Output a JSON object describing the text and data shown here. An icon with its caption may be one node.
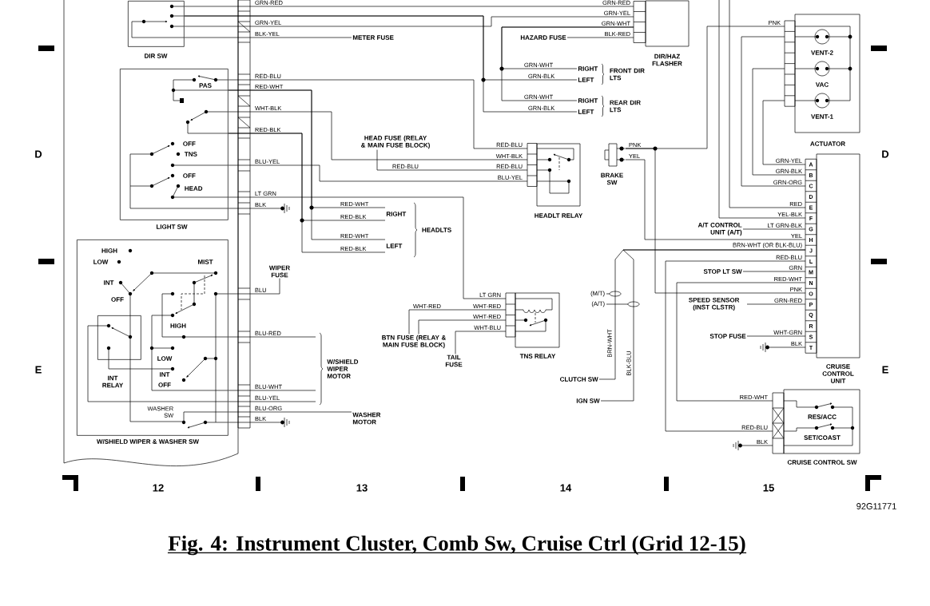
{
  "diagram": {
    "caption": "Fig. 4: Instrument Cluster, Comb Sw, Cruise Ctrl (Grid 12-15)",
    "nodes": [
      {
        "text": [],
        "shape": "box"
      },
      {
        "text": [
          "DIR SW"
        ],
        "in": 0
      },
      {
        "text": [
          "PAS",
          "OFF",
          "TNS",
          "OFF",
          "HEAD",
          "LIGHT SW"
        ],
        "in": 0
      },
      {
        "text": [
          "HIGH",
          "LOW",
          "INT",
          "OFF",
          "MIST",
          "HIGH",
          "LOW",
          "INT",
          "OFF",
          "WASHER SW",
          "W/SHIELD WIPER & WASHER SW"
        ],
        "in": 0
      },
      {
        "text": [
          "INT RELAY"
        ],
        "in": 3
      },
      {
        "text": [
          "METER FUSE"
        ]
      },
      {
        "text": [
          "HAZARD FUSE"
        ]
      },
      {
        "text": [
          "DIR/HAZ FLASHER"
        ]
      },
      {
        "text": [
          "RIGHT"
        ]
      },
      {
        "text": [
          "LEFT"
        ]
      },
      {
        "text": [
          "RIGHT"
        ]
      },
      {
        "text": [
          "LEFT"
        ]
      },
      {
        "text": [
          "HEAD FUSE (RELAY & MAIN FUSE BLOCK)"
        ]
      },
      {
        "text": [
          "HEADLT RELAY"
        ]
      },
      {
        "text": [
          "RIGHT"
        ]
      },
      {
        "text": [
          "LEFT"
        ]
      },
      {
        "text": [],
        "shape": "ground"
      },
      {
        "text": [
          "WIPER FUSE"
        ]
      },
      {
        "text": [
          "W/SHIELD WIPER MOTOR"
        ]
      },
      {
        "text": [
          "WASHER MOTOR"
        ]
      },
      {
        "text": [],
        "shape": "ground"
      },
      {
        "text": [
          "BTN FUSE (RELAY & MAIN FUSE BLOCK)"
        ]
      },
      {
        "text": [
          "TAIL FUSE"
        ]
      },
      {
        "text": [
          "TNS RELAY"
        ]
      },
      {
        "text": [
          "BRAKE SW"
        ]
      },
      {
        "text": [
          "VENT-2",
          "VAC",
          "VENT-1",
          "ACTUATOR"
        ]
      },
      {
        "text": [
          "A",
          "B",
          "C",
          "D",
          "E",
          "F",
          "G",
          "H",
          "J",
          "L",
          "M",
          "N",
          "O",
          "P",
          "Q",
          "R",
          "S",
          "T",
          "CRUISE CONTROL UNIT"
        ]
      },
      {
        "text": [
          "A/T CONTROL UNIT (A/T)"
        ]
      },
      {
        "text": [
          "STOP LT SW"
        ]
      },
      {
        "text": [
          "SPEED SENSOR (INST CLSTR)"
        ]
      },
      {
        "text": [
          "STOP FUSE"
        ]
      },
      {
        "text": [],
        "shape": "ground"
      },
      {
        "text": [
          "CLUTCH SW"
        ]
      },
      {
        "text": [
          "IGN SW"
        ]
      },
      {
        "text": [
          "RES/ACC",
          "SET/COAST",
          "CRUISE CONTROL SW"
        ]
      },
      {
        "text": [],
        "shape": "ground"
      }
    ],
    "edges": [
      {
        "from": 1,
        "to": 7,
        "arrow": "none",
        "label": "GRN-RED"
      },
      {
        "from": 1,
        "to": 7,
        "arrow": "none",
        "label": "GRN-YEL"
      },
      {
        "from": 1,
        "to": 5,
        "arrow": "none",
        "label": "BLK-YEL"
      },
      {
        "from": 7,
        "to": 8,
        "arrow": "none",
        "label": "GRN-WHT"
      },
      {
        "from": 7,
        "to": 10,
        "arrow": "none",
        "label": "GRN-WHT"
      },
      {
        "from": 6,
        "to": 7,
        "arrow": "none",
        "label": "BLK-RED"
      },
      {
        "from": 1,
        "to": 9,
        "arrow": "none",
        "label": "GRN-BLK"
      },
      {
        "from": 1,
        "to": 11,
        "arrow": "none",
        "label": "GRN-BLK"
      },
      {
        "from": 2,
        "to": 13,
        "arrow": "none",
        "label": "RED-BLU"
      },
      {
        "from": 2,
        "to": 14,
        "arrow": "none",
        "label": "RED-WHT"
      },
      {
        "from": 2,
        "to": 15,
        "arrow": "none"
      },
      {
        "from": 2,
        "to": 13,
        "arrow": "none",
        "label": "WHT-BLK"
      },
      {
        "from": 2,
        "to": 14,
        "arrow": "none",
        "label": "RED-BLK"
      },
      {
        "from": 2,
        "to": 15,
        "arrow": "none"
      },
      {
        "from": 12,
        "to": 13,
        "arrow": "none",
        "label": "RED-BLU"
      },
      {
        "from": 2,
        "to": 13,
        "arrow": "none",
        "label": "BLU-YEL"
      },
      {
        "from": 2,
        "to": 23,
        "arrow": "none",
        "label": "LT GRN"
      },
      {
        "from": 2,
        "to": 16,
        "arrow": "none",
        "label": "BLK"
      },
      {
        "from": 3,
        "to": 17,
        "arrow": "none",
        "label": "BLU"
      },
      {
        "from": 3,
        "to": 18,
        "arrow": "none",
        "label": "BLU-RED"
      },
      {
        "from": 3,
        "to": 18,
        "arrow": "none",
        "label": "BLU-WHT"
      },
      {
        "from": 3,
        "to": 18,
        "arrow": "none",
        "label": "BLU-YEL"
      },
      {
        "from": 3,
        "to": 19,
        "arrow": "none",
        "label": "BLU-ORG"
      },
      {
        "from": 3,
        "to": 20,
        "arrow": "none",
        "label": "BLK"
      },
      {
        "from": 21,
        "to": 23,
        "arrow": "none",
        "label": "WHT-RED"
      },
      {
        "from": 21,
        "to": 23,
        "arrow": "none"
      },
      {
        "from": 22,
        "to": 23,
        "arrow": "none",
        "label": "WHT-BLU"
      },
      {
        "from": 24,
        "to": 25,
        "arrow": "none",
        "label": "PNK"
      },
      {
        "from": 24,
        "to": 26,
        "arrow": "none",
        "label": "PNK"
      },
      {
        "from": 24,
        "to": 26,
        "arrow": "none",
        "label": "YEL"
      },
      {
        "from": 25,
        "to": 26,
        "arrow": "none",
        "label": "GRN-YEL"
      },
      {
        "from": 25,
        "to": 26,
        "arrow": "none",
        "label": "GRN-BLK"
      },
      {
        "from": 25,
        "to": 26,
        "arrow": "none",
        "label": "GRN-ORG"
      },
      {
        "from": null,
        "to": 26,
        "arrow": "none",
        "label": "RED"
      },
      {
        "from": null,
        "to": 26,
        "arrow": "none",
        "label": "YEL-BLK"
      },
      {
        "from": 27,
        "to": 26,
        "arrow": "none",
        "label": "LT GRN-BLK"
      },
      {
        "from": 32,
        "to": 26,
        "arrow": "none",
        "label": "BRN-WHT"
      },
      {
        "from": 33,
        "to": 26,
        "arrow": "none",
        "label": "BLK-BLU"
      },
      {
        "from": 26,
        "to": 34,
        "arrow": "none",
        "label": "RED-BLU"
      },
      {
        "from": 28,
        "to": 26,
        "arrow": "none",
        "label": "GRN"
      },
      {
        "from": 26,
        "to": 34,
        "arrow": "none",
        "label": "RED-WHT"
      },
      {
        "from": 29,
        "to": 26,
        "arrow": "none",
        "label": "GRN-RED"
      },
      {
        "from": 30,
        "to": 26,
        "arrow": "none",
        "label": "WHT-GRN"
      },
      {
        "from": 31,
        "to": 26,
        "arrow": "none",
        "label": "BLK"
      },
      {
        "from": 35,
        "to": 34,
        "arrow": "none",
        "label": "BLK"
      }
    ],
    "labels": [
      "GRN-RED",
      "GRN-YEL",
      "GRN-WHT",
      "FRONT DIR LTS",
      "REAR DIR LTS",
      "RED-BLU",
      "WHT-BLK",
      "RED-BLU",
      "BLU-YEL",
      "PNK",
      "RED-WHT",
      "RED-BLK",
      "HEADLTS",
      "RED-WHT",
      "RED-BLK",
      "YEL",
      "BRN-WHT (OR BLK-BLU)",
      "(M/T)",
      "(A/T)",
      "LT GRN",
      "WHT-RED",
      "WHT-RED",
      "RED-WHT",
      "RED-BLU",
      "D",
      "D",
      "E",
      "E",
      "12",
      "13",
      "14",
      "15",
      "92G11771"
    ]
  }
}
